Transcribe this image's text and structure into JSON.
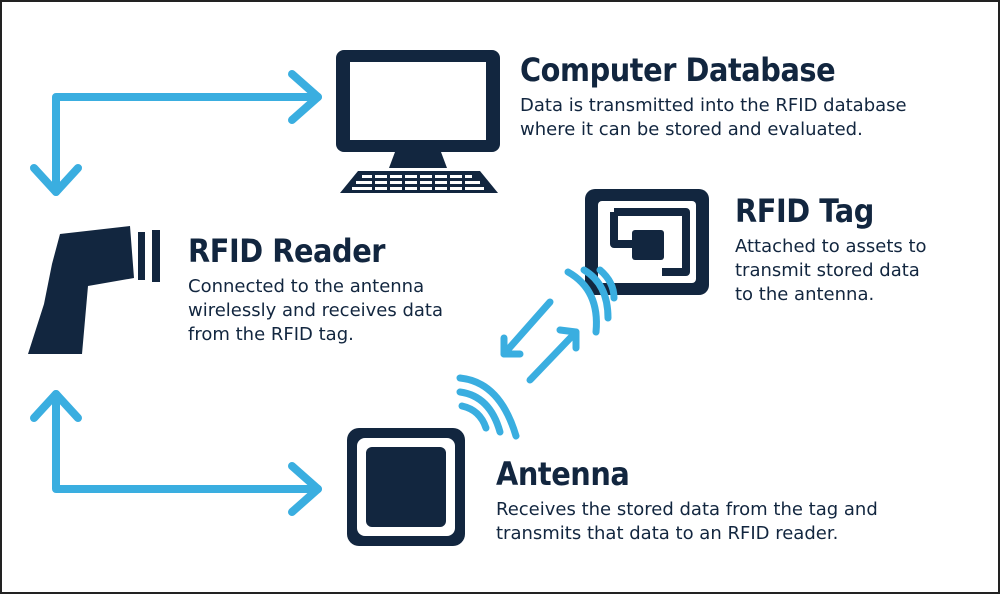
{
  "computer_database": {
    "title": "Computer Database",
    "description": "Data is transmitted into the RFID database\nwhere it can be stored and evaluated."
  },
  "rfid_tag": {
    "title": "RFID Tag",
    "description": "Attached to assets to\ntransmit stored data\nto the antenna."
  },
  "rfid_reader": {
    "title": "RFID Reader",
    "description": "Connected to the antenna\nwirelessly and receives data\nfrom the RFID tag."
  },
  "antenna": {
    "title": "Antenna",
    "description": "Receives the stored data from the tag and\ntransmits that data to an RFID reader."
  },
  "colors": {
    "icon_navy": "#12263f",
    "arrow_blue": "#3aaee0",
    "text": "#12263f"
  },
  "icons": [
    "monitor-icon",
    "keyboard-icon",
    "rfid-tag-icon",
    "barcode-scanner-icon",
    "antenna-icon",
    "signal-waves-icon",
    "bidirectional-arrow-icon"
  ]
}
